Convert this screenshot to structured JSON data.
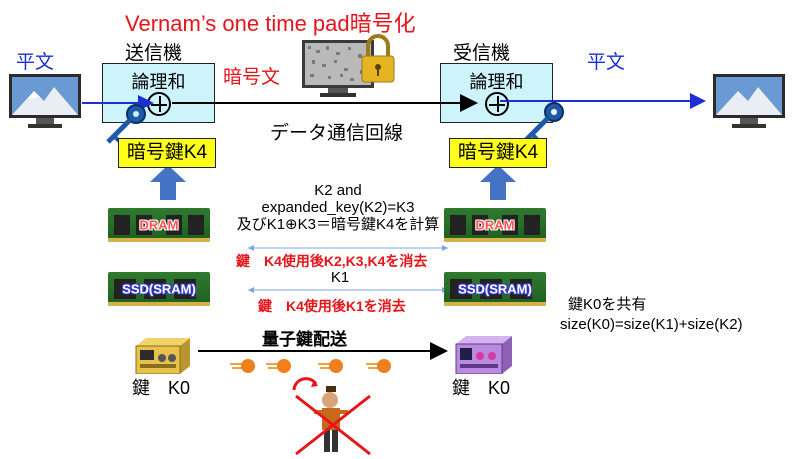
{
  "title": "Vernam’s one time pad暗号化",
  "plaintext_left": "平文",
  "plaintext_right": "平文",
  "sender_label": "送信機",
  "receiver_label": "受信機",
  "sender_box_label": "論理和",
  "receiver_box_label": "論理和",
  "ciphertext_label": "暗号文",
  "line_label": "データ通信回線",
  "key_box_left": "暗号鍵K4",
  "key_box_right": "暗号鍵K4",
  "calc_line1": "K2 and",
  "calc_line2": "expanded_key(K2)=K3",
  "calc_line3": "及びK1⊕K3＝暗号鍵K4を計算",
  "erase_note_1": "鍵　K4使用後K2,K3,K4を消去",
  "k1_label": "K1",
  "erase_note_2": "鍵　K4使用後K1を消去",
  "dram_label_left": "DRAM",
  "dram_label_right": "DRAM",
  "ssd_label_left": "SSD(SRAM)",
  "ssd_label_right": "SSD(SRAM)",
  "share_line1": "鍵K0を共有",
  "share_line2": "size(K0)=size(K1)+size(K2)",
  "qkd_label": "量子鍵配送",
  "k0_left": "鍵　K0",
  "k0_right": "鍵　K0",
  "colors": {
    "title_red": "#e8141b",
    "plain_blue": "#1a2fd6",
    "box_cyan": "#cdf3fb",
    "key_yellow": "#ffff1a",
    "arrow_blue": "#4472c4"
  }
}
